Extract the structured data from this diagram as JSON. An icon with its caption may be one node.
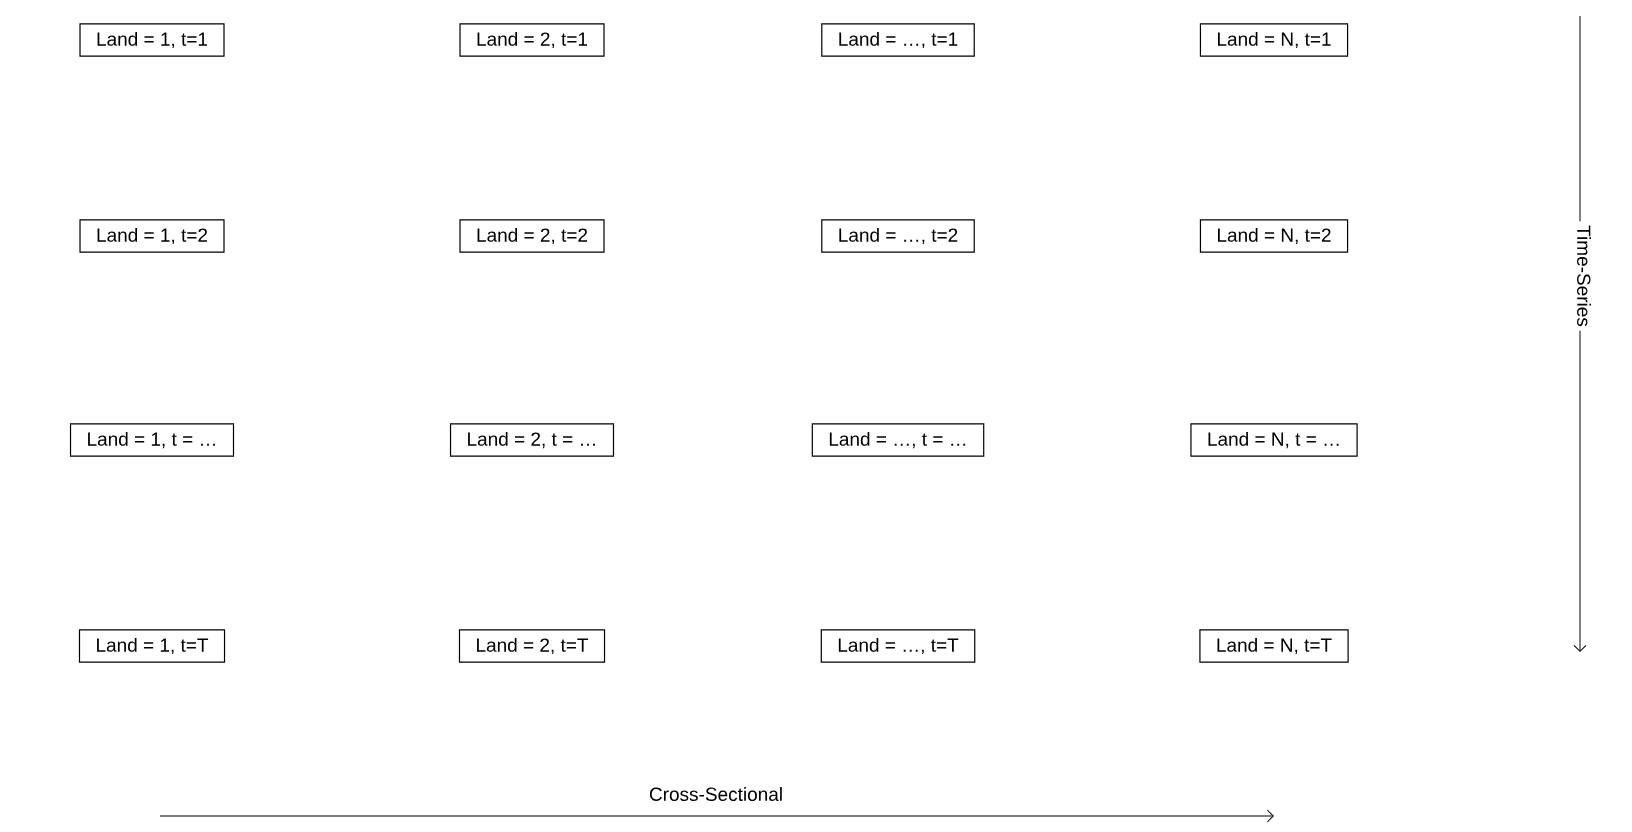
{
  "diagram": {
    "nodes": [
      {
        "text": [
          "Land = 1, t=1"
        ]
      },
      {
        "text": [
          "Land = 2, t=1"
        ]
      },
      {
        "text": [
          "Land = …, t=1"
        ]
      },
      {
        "text": [
          "Land = N, t=1"
        ]
      },
      {
        "text": [
          "Land = 1, t=2"
        ]
      },
      {
        "text": [
          "Land = 2, t=2"
        ]
      },
      {
        "text": [
          "Land = …, t=2"
        ]
      },
      {
        "text": [
          "Land = N, t=2"
        ]
      },
      {
        "text": [
          "Land = 1, t = …"
        ]
      },
      {
        "text": [
          "Land = 2, t = …"
        ]
      },
      {
        "text": [
          "Land = …, t = …"
        ]
      },
      {
        "text": [
          "Land = N, t = …"
        ]
      },
      {
        "text": [
          "Land = 1, t=T"
        ]
      },
      {
        "text": [
          "Land = 2, t=T"
        ]
      },
      {
        "text": [
          "Land = …, t=T"
        ]
      },
      {
        "text": [
          "Land = N, t=T"
        ]
      }
    ],
    "labels": [
      "Time-Series",
      "Cross-Sectional"
    ]
  }
}
